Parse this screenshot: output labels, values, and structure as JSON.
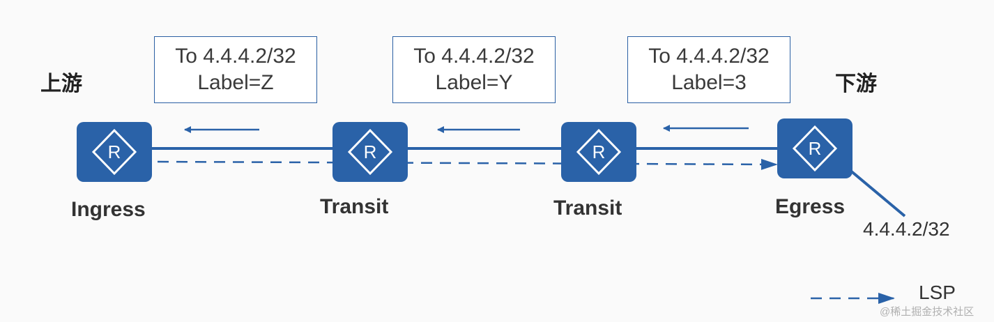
{
  "diagram": {
    "colors": {
      "router": "#2a62a8",
      "line": "#2a62a8",
      "box_border": "#2a5fa3"
    },
    "side_labels": {
      "upstream": "上游",
      "downstream": "下游"
    },
    "label_boxes": [
      {
        "line1": "To 4.4.4.2/32",
        "line2": "Label=Z"
      },
      {
        "line1": "To 4.4.4.2/32",
        "line2": "Label=Y"
      },
      {
        "line1": "To 4.4.4.2/32",
        "line2": "Label=3"
      }
    ],
    "nodes": [
      {
        "name": "Ingress",
        "icon": "router-icon",
        "glyph": "R"
      },
      {
        "name": "Transit",
        "icon": "router-icon",
        "glyph": "R"
      },
      {
        "name": "Transit",
        "icon": "router-icon",
        "glyph": "R"
      },
      {
        "name": "Egress",
        "icon": "router-icon",
        "glyph": "R"
      }
    ],
    "egress_prefix": "4.4.4.2/32",
    "legend": {
      "label": "LSP"
    },
    "watermark": "@稀土掘金技术社区"
  }
}
